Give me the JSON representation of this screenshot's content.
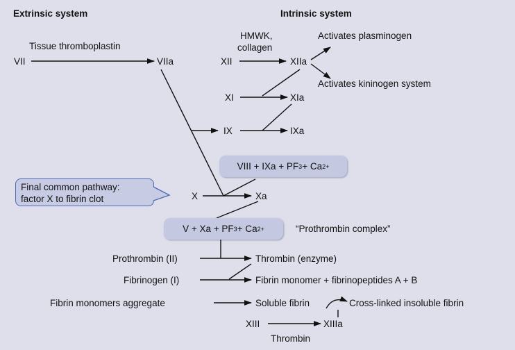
{
  "headers": {
    "extrinsic": "Extrinsic system",
    "intrinsic": "Intrinsic system"
  },
  "labels": {
    "vii": "VII",
    "tissue": "Tissue thromboplastin",
    "viia": "VIIa",
    "hmwk": "HMWK,",
    "collagen": "collagen",
    "xii": "XII",
    "xiia": "XIIa",
    "act_plasminogen": "Activates plasminogen",
    "act_kininogen": "Activates kininogen system",
    "xi": "XI",
    "xia": "XIa",
    "ix": "IX",
    "ixa": "IXa",
    "x": "X",
    "xa": "Xa",
    "prothrombin_complex": "“Prothrombin complex”",
    "prothrombin": "Prothrombin (II)",
    "thrombin_enzyme": "Thrombin (enzyme)",
    "fibrinogen": "Fibrinogen (I)",
    "fibrin_monomer": "Fibrin monomer + fibrinopeptides A + B",
    "fibrin_aggregate": "Fibrin monomers aggregate",
    "soluble_fibrin": "Soluble fibrin",
    "crosslinked": "Cross-linked insoluble fibrin",
    "xiii": "XIII",
    "xiiia": "XIIIa",
    "thrombin": "Thrombin"
  },
  "complex1": {
    "main": "VIII + IXa + PF",
    "sub": "3",
    "mid": " + Ca",
    "sup": "2+"
  },
  "complex2": {
    "main": "V + Xa + PF",
    "sub": "3",
    "mid": " + Ca",
    "sup": "2+"
  },
  "callout": {
    "line1": "Final common pathway:",
    "line2": "factor X to fibrin clot"
  },
  "colors": {
    "background": "#dedfea",
    "pill": "#c4c8e0",
    "callout_border": "#4b68b0"
  }
}
